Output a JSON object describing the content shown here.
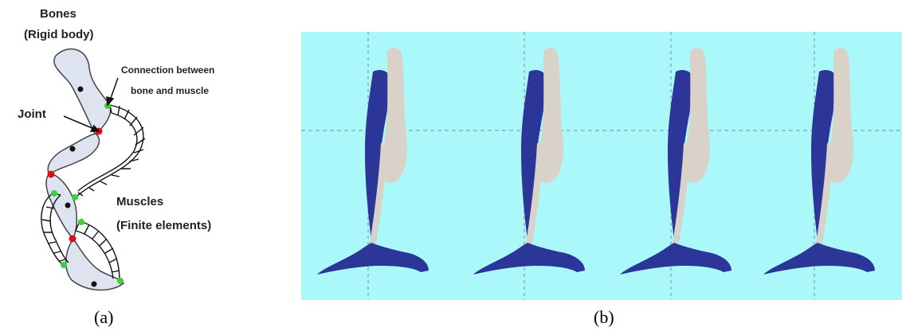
{
  "panel_a": {
    "bones_label_line1": "Bones",
    "bones_label_line2": "(Rigid body)",
    "connection_label_line1": "Connection between",
    "connection_label_line2": "bone and muscle",
    "joint_label": "Joint",
    "muscles_label_line1": "Muscles",
    "muscles_label_line2": "(Finite elements)",
    "caption": "(a)"
  },
  "panel_b": {
    "caption": "(b)",
    "background_color": "#aaf8fa",
    "bone_color": "#2c3598",
    "muscle_color": "#d8d2c8"
  },
  "colors": {
    "bone_fill": "#dde3ef",
    "joint": "#e01010",
    "connection": "#3ad13a",
    "center": "#111111"
  }
}
